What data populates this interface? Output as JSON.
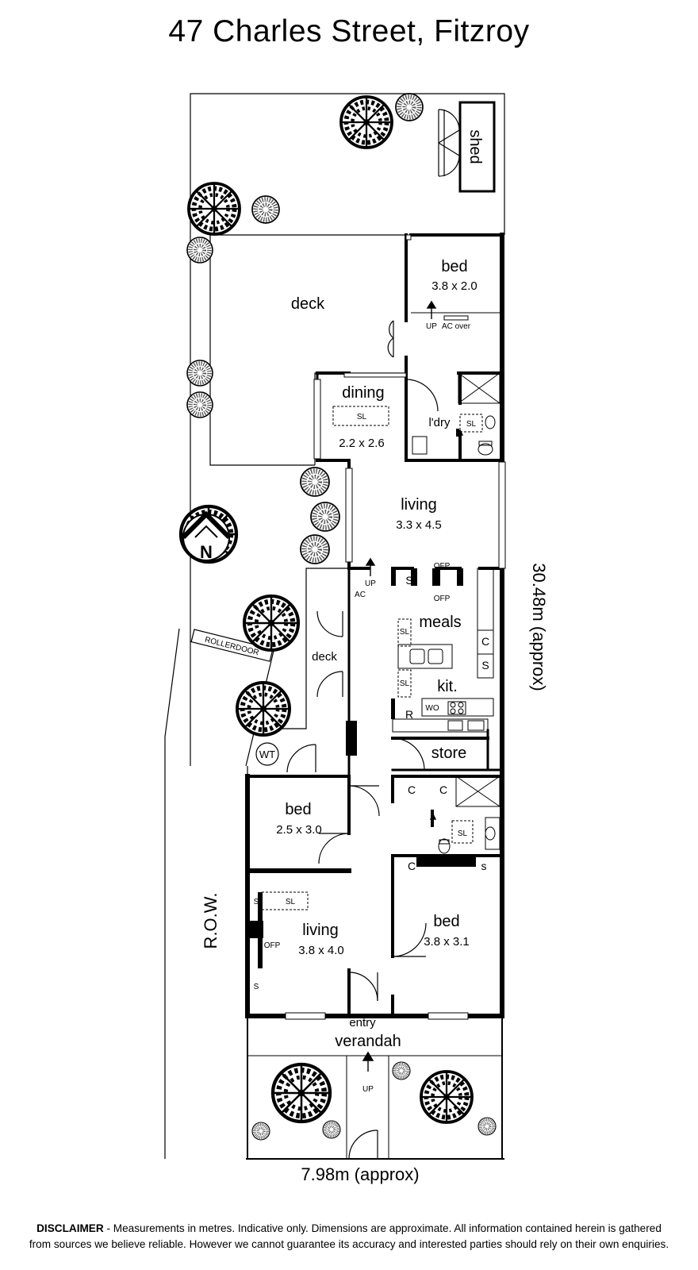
{
  "title": "47 Charles Street, Fitzroy",
  "rooms": {
    "shed": "shed",
    "deck_rear": "deck",
    "bed_rear": "bed",
    "bed_rear_dim": "3.8 x 2.0",
    "dining": "dining",
    "dining_dim": "2.2 x 2.6",
    "laundry": "l'dry",
    "living_rear": "living",
    "living_rear_dim": "3.3 x 4.5",
    "meals": "meals",
    "kitchen": "kit.",
    "deck_side": "deck",
    "store": "store",
    "bed_mid": "bed",
    "bed_mid_dim": "2.5 x 3.0",
    "living_front": "living",
    "living_front_dim": "3.8 x 4.0",
    "bed_front": "bed",
    "bed_front_dim": "3.8 x 3.1",
    "entry": "entry",
    "verandah": "verandah"
  },
  "fixtures": {
    "up_rear": "UP",
    "ac_over": "AC over",
    "sl_dining": "SL",
    "sl_laundry": "SL",
    "up_living": "UP",
    "ac_living": "AC",
    "ofp_top": "OFP",
    "ofp_bottom": "OFP",
    "s_meals": "S",
    "c_kit": "C",
    "s_kit": "S",
    "sl_meals_top": "SL",
    "sl_meals_bottom": "SL",
    "wo": "WO",
    "r": "R",
    "wt": "WT",
    "c_hall_1": "C",
    "c_hall_2": "C",
    "sl_bath": "SL",
    "c_bed_front": "C",
    "s_bath": "s",
    "sl_living_front": "SL",
    "s_living_1": "S",
    "ofp_living_front": "OFP",
    "s_living_2": "S",
    "up_entry": "UP",
    "rollerdoor": "ROLLERDOOR",
    "row": "R.O.W.",
    "north": "N"
  },
  "measurements": {
    "depth": "30.48m (approx)",
    "width": "7.98m (approx)"
  },
  "disclaimer": {
    "label": "DISCLAIMER",
    "line1": " - Measurements in metres. Indicative only. Dimensions are approximate. All information contained herein is gathered",
    "line2": "from sources we believe reliable. However we cannot guarantee its accuracy and interested parties should rely on their own enquiries."
  },
  "colors": {
    "wall": "#000000",
    "line": "#000000",
    "background": "#ffffff"
  }
}
